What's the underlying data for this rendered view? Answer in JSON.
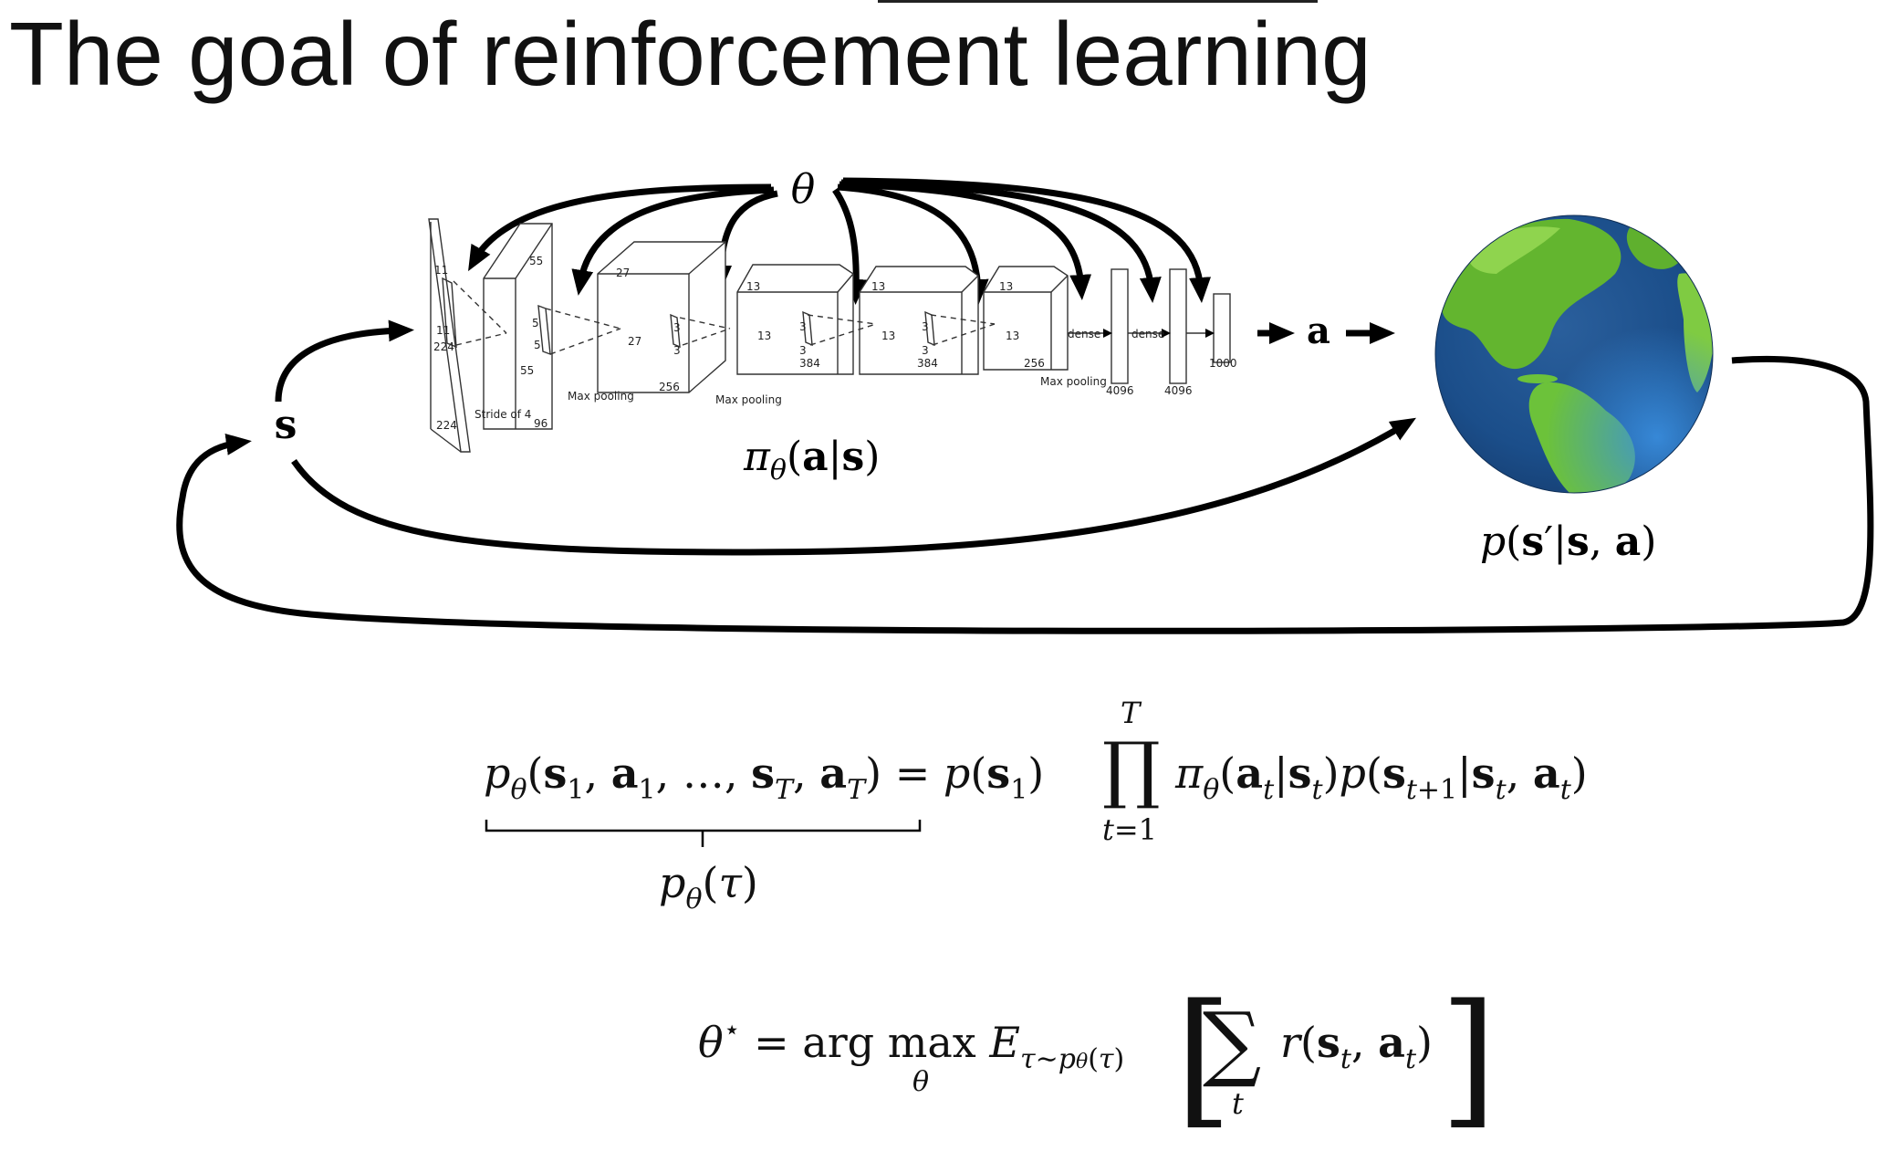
{
  "slide": {
    "title": "The goal of reinforcement learning"
  },
  "diagram": {
    "theta_label": "θ",
    "state_label": "s",
    "action_label": "a",
    "policy_label": "π_θ(a|s)",
    "dynamics_label": "p(s′|s, a)",
    "net": {
      "input_sizes": [
        "224",
        "224"
      ],
      "conv1_dims": [
        "55",
        "55",
        "96"
      ],
      "conv2_dims": [
        "27",
        "27",
        "256"
      ],
      "conv3_dims": [
        "13",
        "13",
        "384"
      ],
      "conv4_dims": [
        "13",
        "13",
        "384"
      ],
      "conv5_dims": [
        "13",
        "13",
        "256"
      ],
      "kernel_labels": [
        "11",
        "11",
        "5",
        "5",
        "3",
        "3",
        "3",
        "3",
        "3",
        "3"
      ],
      "stride_text": "Stride of 4",
      "pool_labels": [
        "Max pooling",
        "Max pooling",
        "Max pooling"
      ],
      "dense_labels": [
        "dense",
        "dense"
      ],
      "fc_sizes": [
        "4096",
        "4096",
        "1000"
      ]
    }
  },
  "equations": {
    "trajectory_lhs": "p_θ(s₁, a₁, …, s_T, a_T)",
    "trajectory_rhs": "= p(s₁) ∏_{t=1}^{T} π_θ(a_t|s_t) p(s_{t+1}|s_t, a_t)",
    "brace_label": "p_θ(τ)",
    "objective": "θ* = arg max_θ E_{τ∼p_θ(τ)} [ Σ_t r(s_t, a_t) ]"
  }
}
